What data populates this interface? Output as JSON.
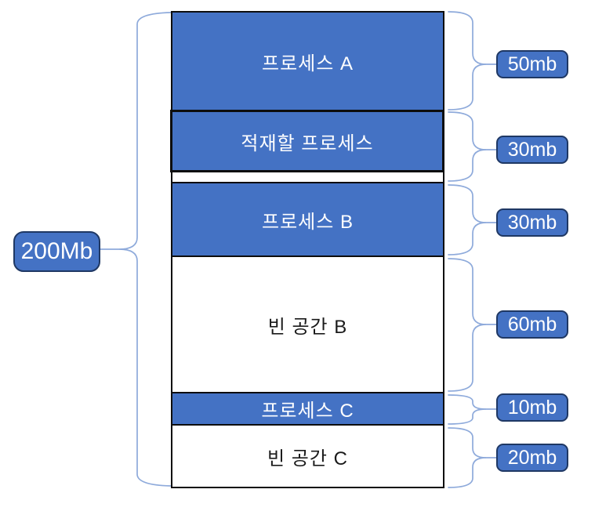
{
  "diagram": {
    "total": {
      "label": "200Mb"
    },
    "blocks": [
      {
        "name": "프로세스 A",
        "size": "50mb",
        "type": "process"
      },
      {
        "name": "적재할 프로세스",
        "size": "30mb",
        "type": "process-to-load"
      },
      {
        "name": "프로세스 B",
        "size": "30mb",
        "type": "process"
      },
      {
        "name": "빈 공간 B",
        "size": "60mb",
        "type": "free-space"
      },
      {
        "name": "프로세스 C",
        "size": "10mb",
        "type": "process"
      },
      {
        "name": "빈 공간 C",
        "size": "20mb",
        "type": "free-space"
      }
    ],
    "colors": {
      "block_fill": "#4472C4",
      "block_border": "#0d0d0d",
      "label_fill": "#4472C4",
      "label_border": "#1F3864",
      "brace": "#8EAADB",
      "free_text": "#1a1a1a"
    }
  }
}
